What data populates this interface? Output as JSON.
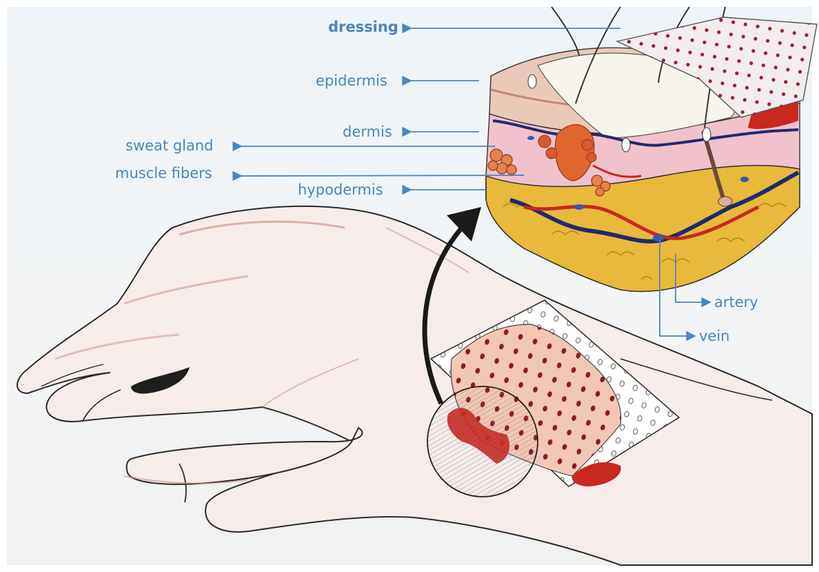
{
  "labels": {
    "dressing": "dressing",
    "epidermis": "epidermis",
    "dermis": "dermis",
    "sweat_gland": "sweat gland",
    "muscle_fibers": "muscle fibers",
    "hypodermis": "hypodermis",
    "artery": "artery",
    "vein": "vein"
  },
  "colors": {
    "label_blue": "#4a86bd",
    "fat_yellow": "#e8b93a",
    "dermis_pink": "#efc2cc",
    "blood_red": "#c8281e",
    "vein_navy": "#1f2a6e",
    "dressing_dots": "#8a1c24"
  }
}
